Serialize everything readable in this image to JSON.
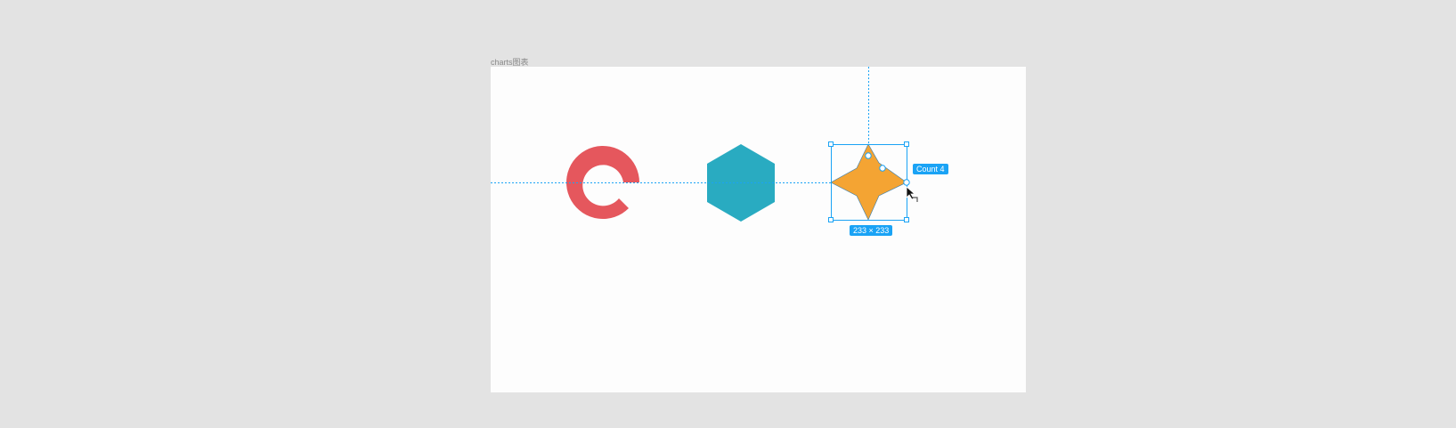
{
  "frame": {
    "label": "charts图表"
  },
  "shapes": {
    "ring_color": "#e5575d",
    "hexagon_color": "#29abc1",
    "star_color": "#f4a433"
  },
  "selection": {
    "color": "#1aa3f5",
    "count_label": "Count 4",
    "size_label": "233 × 233"
  }
}
